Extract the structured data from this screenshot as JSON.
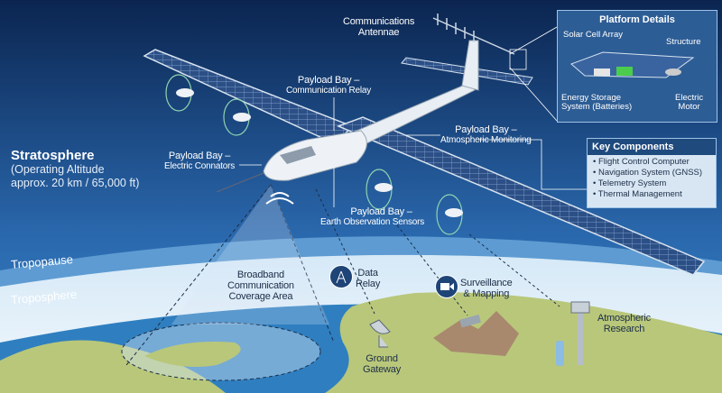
{
  "stratosphere": {
    "title": "Stratosphere",
    "line1": "(Operating Altitude",
    "line2": "approx. 20 km / 65,000 ft)"
  },
  "layers": {
    "tropopause": "Tropopause",
    "troposphere": "Troposphere"
  },
  "callouts": {
    "antenna": [
      "Communications",
      "Antennae"
    ],
    "comm_relay": [
      "Payload Bay –",
      "Communication Relay"
    ],
    "atmos_monitor": [
      "Payload Bay –",
      "Atmospheric Monitoring"
    ],
    "connectors": [
      "Payload Bay –",
      "Electric Connators"
    ],
    "earth_obs": [
      "Payload Bay –",
      "Earth Observation Sensors"
    ]
  },
  "platform_details": {
    "title": "Platform Details",
    "solar": "Solar Cell Array",
    "structure": "Structure",
    "energy": [
      "Energy Storage",
      "System (Batteries)"
    ],
    "motor": [
      "Electric",
      "Motor"
    ]
  },
  "key_components": {
    "title": "Key Components",
    "items": [
      "• Flight Control Computer",
      "• Navigation System (GNSS)",
      "• Telemetry System",
      "• Thermal Management"
    ]
  },
  "ground": {
    "broadband": [
      "Broadband",
      "Communication",
      "Coverage Area"
    ],
    "data_relay": [
      "Data",
      "Relay"
    ],
    "surveillance": [
      "Surveillance",
      "& Mapping"
    ],
    "gateway": [
      "Ground",
      "Gateway"
    ],
    "research": [
      "Atmospheric",
      "Research"
    ]
  },
  "colors": {
    "sky_top": "#0b2550",
    "sky_bottom": "#2f74b8",
    "land": "#b9c77a",
    "ocean": "#2f7fc0",
    "panel": "#2d5d95"
  }
}
